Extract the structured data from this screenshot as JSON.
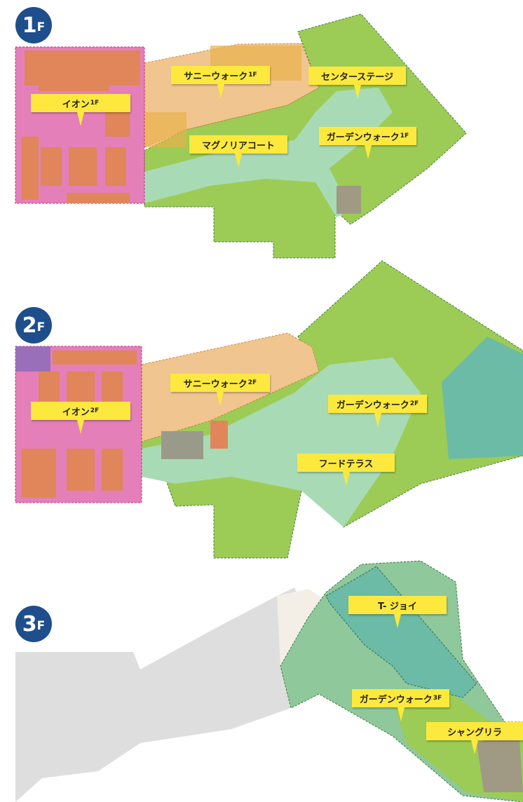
{
  "floors": [
    {
      "badge": {
        "number": "1",
        "unit": "F"
      },
      "labels": [
        {
          "text": "イオン",
          "suffix": "1F"
        },
        {
          "text": "サニーウォーク",
          "suffix": "1F"
        },
        {
          "text": "センターステージ",
          "suffix": ""
        },
        {
          "text": "マグノリアコート",
          "suffix": ""
        },
        {
          "text": "ガーデンウォーク",
          "suffix": "1F"
        }
      ]
    },
    {
      "badge": {
        "number": "2",
        "unit": "F"
      },
      "labels": [
        {
          "text": "サニーウォーク",
          "suffix": "2F"
        },
        {
          "text": "イオン",
          "suffix": "2F"
        },
        {
          "text": "ガーデンウォーク",
          "suffix": "2F"
        },
        {
          "text": "フードテラス",
          "suffix": ""
        }
      ]
    },
    {
      "badge": {
        "number": "3",
        "unit": "F"
      },
      "labels": [
        {
          "text": "T- ジョイ",
          "suffix": ""
        },
        {
          "text": "ガーデンウォーク",
          "suffix": "3F"
        },
        {
          "text": "シャングリラ",
          "suffix": ""
        }
      ]
    }
  ],
  "colors": {
    "aeon": "#e47fb9",
    "aeon_shop": "#e0865a",
    "sunny": "#f0c58f",
    "sunny_shop": "#e8b04a",
    "garden": "#9ccc55",
    "path": "#a8dbb5",
    "teal": "#6bbba6",
    "grey": "#dedede",
    "label": "#fde93d",
    "badge": "#1f4e8c"
  }
}
